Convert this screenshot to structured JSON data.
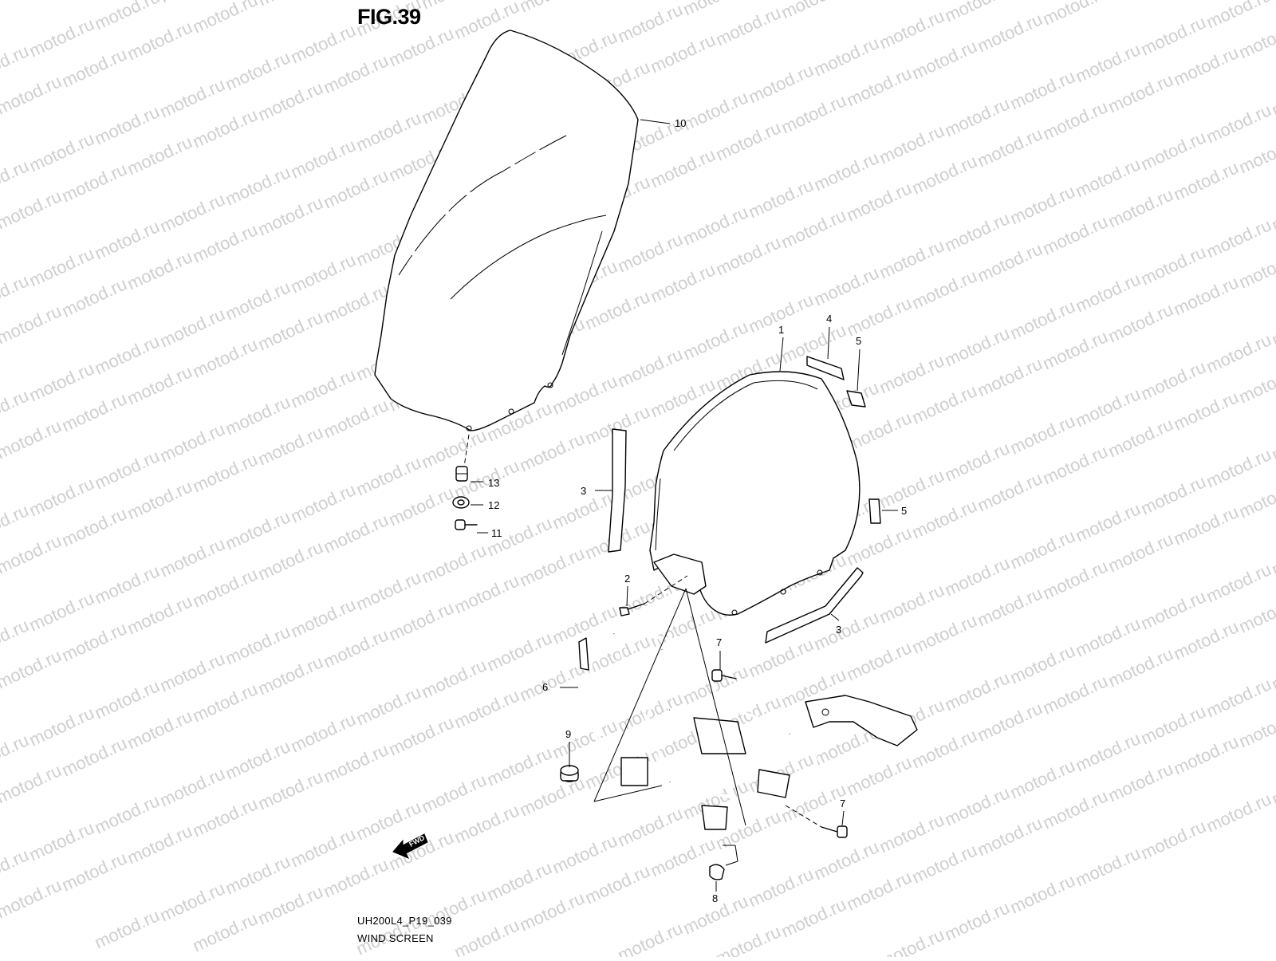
{
  "figure": {
    "title": "FIG.39",
    "code": "UH200L4_P19_039",
    "caption": "WIND SCREEN"
  },
  "watermark": "motod.ru",
  "direction_badge": "FWD",
  "callouts": {
    "p1": "1",
    "p2": "2",
    "p3a": "3",
    "p3b": "3",
    "p4": "4",
    "p5a": "5",
    "p5b": "5",
    "p6": "6",
    "p7a": "7",
    "p7b": "7",
    "p8": "8",
    "p9": "9",
    "p10": "10",
    "p11": "11",
    "p12": "12",
    "p13": "13"
  }
}
